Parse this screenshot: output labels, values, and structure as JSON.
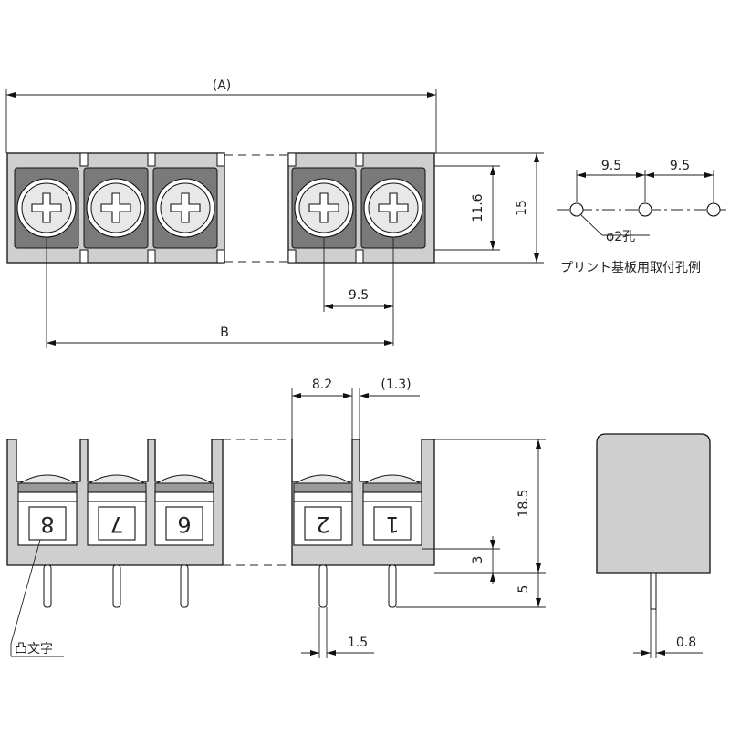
{
  "top_view": {
    "overall_label": "(A)",
    "pitch_label": "B",
    "pitch_dim": "9.5",
    "height_inner": "11.6",
    "height_outer": "15"
  },
  "pcb_layout": {
    "pitch_1": "9.5",
    "pitch_2": "9.5",
    "hole_label": "φ2孔",
    "caption": "プリント基板用取付孔例"
  },
  "front_view": {
    "dim_pitch": "8.2",
    "dim_wall": "(1.3)",
    "dim_height": "18.5",
    "dim_3": "3",
    "dim_5": "5",
    "dim_pin": "1.5",
    "emboss_label": "凸文字",
    "terminal_numbers": [
      "8",
      "7",
      "6",
      "2",
      "1"
    ]
  },
  "side_view": {
    "dim_pin": "0.8"
  }
}
